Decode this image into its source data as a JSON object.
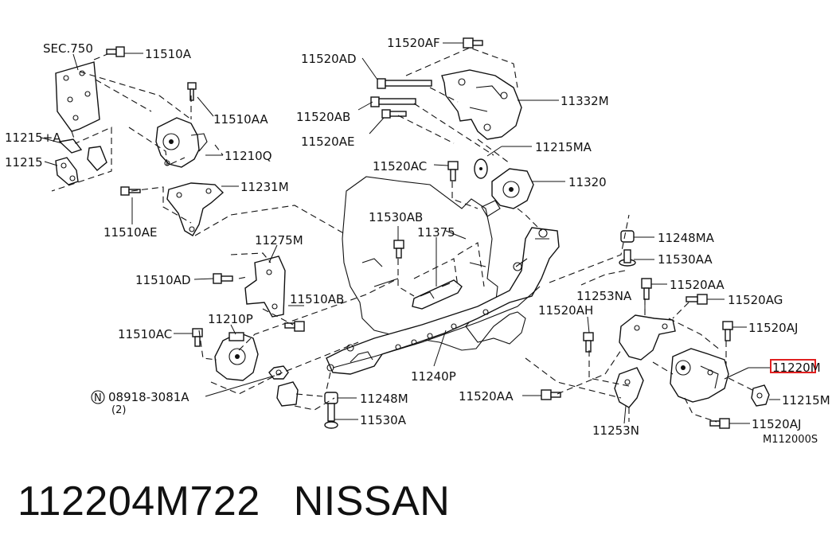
{
  "labels": {
    "sec750": "SEC.750",
    "p11510A": "11510A",
    "p11510AA": "11510AA",
    "p11215A": "11215+A",
    "p11215": "11215",
    "p11210Q": "11210Q",
    "p11231M": "11231M",
    "p11510AE": "11510AE",
    "p11520AF": "11520AF",
    "p11520AD": "11520AD",
    "p11332M": "11332M",
    "p11520AB": "11520AB",
    "p11520AE": "11520AE",
    "p11215MA": "11215MA",
    "p11520AC": "11520AC",
    "p11320": "11320",
    "p11530AB": "11530AB",
    "p11375": "11375",
    "p11248MA": "11248MA",
    "p11530AA": "11530AA",
    "p11275M": "11275M",
    "p11510AD": "11510AD",
    "p11510AB": "11510AB",
    "p11520AA_top": "11520AA",
    "p11253NA": "11253NA",
    "p11520AG": "11520AG",
    "p11520AH": "11520AH",
    "p11520AJ_top": "11520AJ",
    "p11210P": "11210P",
    "p11510AC": "11510AC",
    "p11220M": "11220M",
    "p11240P": "11240P",
    "nut_code": "08918-3081A",
    "nut_qty": "(2)",
    "nut_symbol": "N",
    "p11248M": "11248M",
    "p11520AA_bot": "11520AA",
    "p11215M": "11215M",
    "p11530A": "11530A",
    "p11520AJ_bot": "11520AJ",
    "p11253N": "11253N",
    "diagram_code": "M112000S"
  },
  "footer": {
    "part_number": "112204M722",
    "brand": "NISSAN"
  },
  "colors": {
    "ink": "#111111",
    "highlight": "#e02020"
  }
}
